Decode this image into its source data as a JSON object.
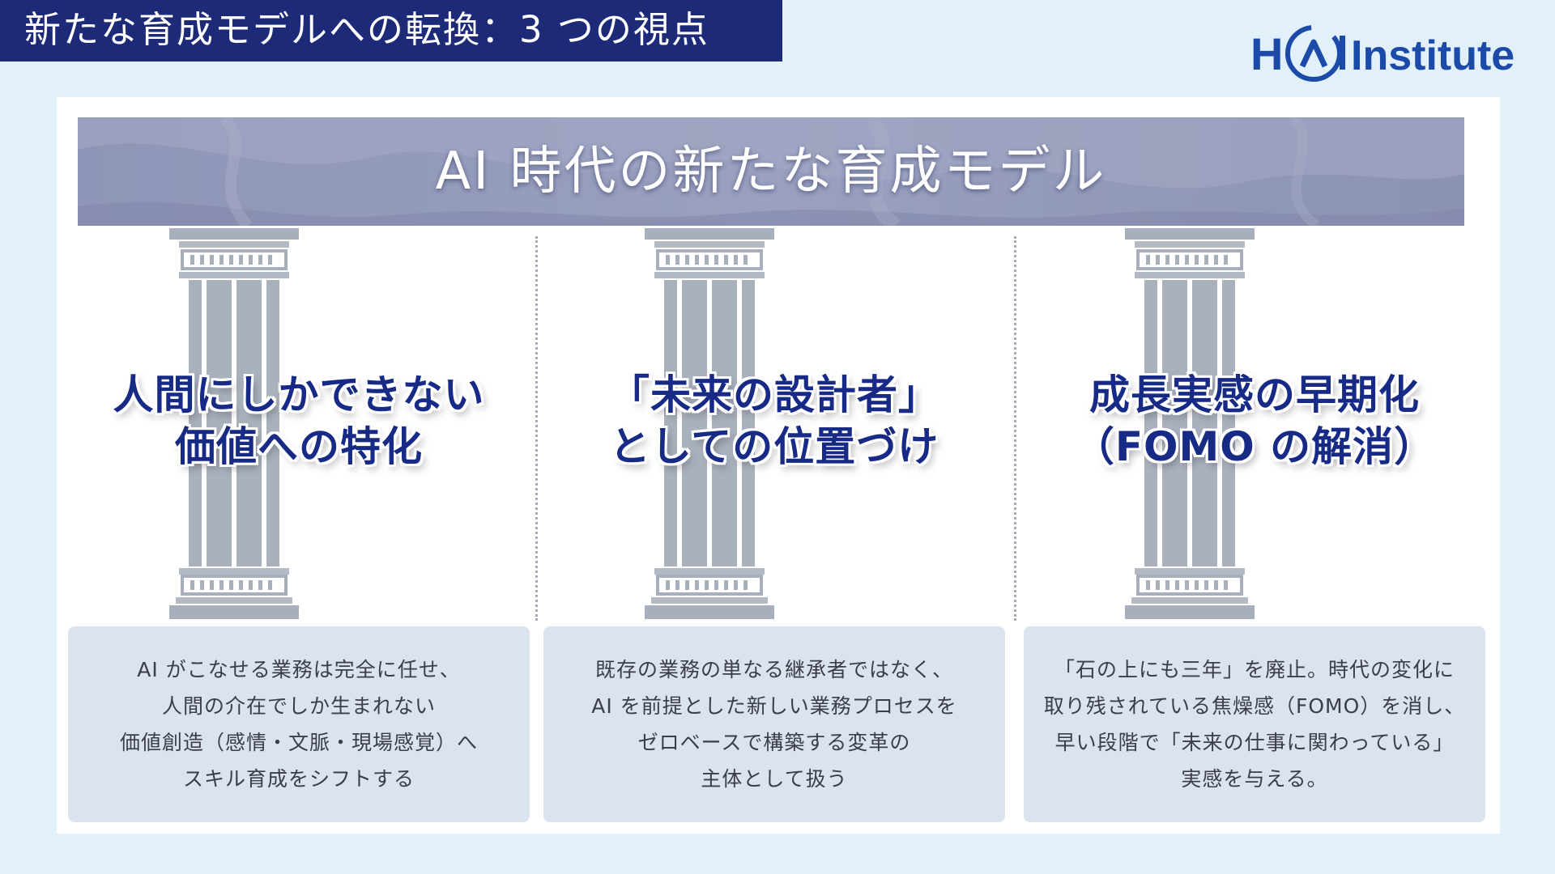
{
  "header": {
    "title": "新たな育成モデルへの転換：3 つの視点"
  },
  "logo": {
    "text_left": "H",
    "text_mid": "AI",
    "text_right": "Institute",
    "color": "#1c4aa8"
  },
  "banner": {
    "title": "AI 時代の新たな育成モデル"
  },
  "columns": [
    {
      "heading": [
        "人間にしかできない",
        "価値への特化"
      ],
      "description": [
        "AI がこなせる業務は完全に任せ、",
        "人間の介在でしか生まれない",
        "価値創造（感情・文脈・現場感覚）へ",
        "スキル育成をシフトする"
      ]
    },
    {
      "heading": [
        "「未来の設計者」",
        "としての位置づけ"
      ],
      "description": [
        "既存の業務の単なる継承者ではなく、",
        "AI を前提とした新しい業務プロセスを",
        "ゼロベースで構築する変革の",
        "主体として扱う"
      ]
    },
    {
      "heading": [
        "成長実感の早期化",
        "（FOMO の解消）"
      ],
      "description": [
        "「石の上にも三年」を廃止。時代の変化に",
        "取り残されている焦燥感（FOMO）を消し、",
        "早い段階で「未来の仕事に関わっている」",
        "実感を与える。"
      ]
    }
  ],
  "colors": {
    "header_bg": "#1c2a78",
    "page_bg": "#e2f0f9",
    "banner_bg": "#8e94b5",
    "heading_text": "#162a86",
    "desc_bg": "#dbe3ef",
    "pillar": "#a4adba"
  }
}
